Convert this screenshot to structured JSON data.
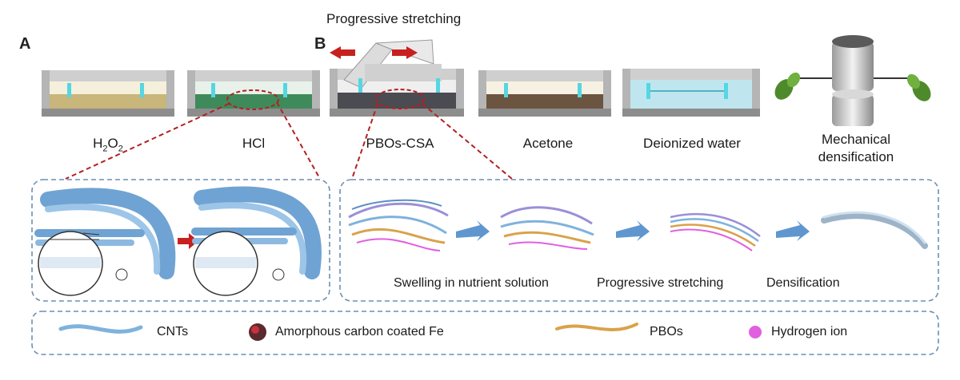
{
  "panels": {
    "a": "A",
    "b": "B"
  },
  "top_label": "Progressive stretching",
  "baths": [
    {
      "id": "h2o2",
      "label_main": "H",
      "sub1": "2",
      "label_mid": "O",
      "sub2": "2",
      "liquid": "#c8b67a"
    },
    {
      "id": "hcl",
      "label": "HCl",
      "liquid": "#3f8a5a"
    },
    {
      "id": "pbos-csa",
      "label": "PBOs-CSA",
      "liquid": "#4b4b52"
    },
    {
      "id": "acetone",
      "label": "Acetone",
      "liquid": "#6b5440"
    },
    {
      "id": "water",
      "label": "Deionized water",
      "liquid": "#bfe6ee"
    }
  ],
  "mechanical": {
    "line1": "Mechanical",
    "line2": "densification"
  },
  "process_steps": [
    "Swelling in nutrient solution",
    "Progressive stretching",
    "Densification"
  ],
  "legend": [
    {
      "id": "cnts",
      "label": "CNTs",
      "color": "#7fb2dc"
    },
    {
      "id": "fe",
      "label": "Amorphous carbon coated Fe",
      "color": "#a8323c"
    },
    {
      "id": "pbos",
      "label": "PBOs",
      "color": "#d9a24a"
    },
    {
      "id": "h-ion",
      "label": "Hydrogen ion",
      "color": "#e060e0"
    }
  ],
  "colors": {
    "dashed_box": "#6b8fb5",
    "dashed_red": "#b32020",
    "arrow_red": "#c8201e",
    "arrow_blue": "#5f96cf"
  }
}
